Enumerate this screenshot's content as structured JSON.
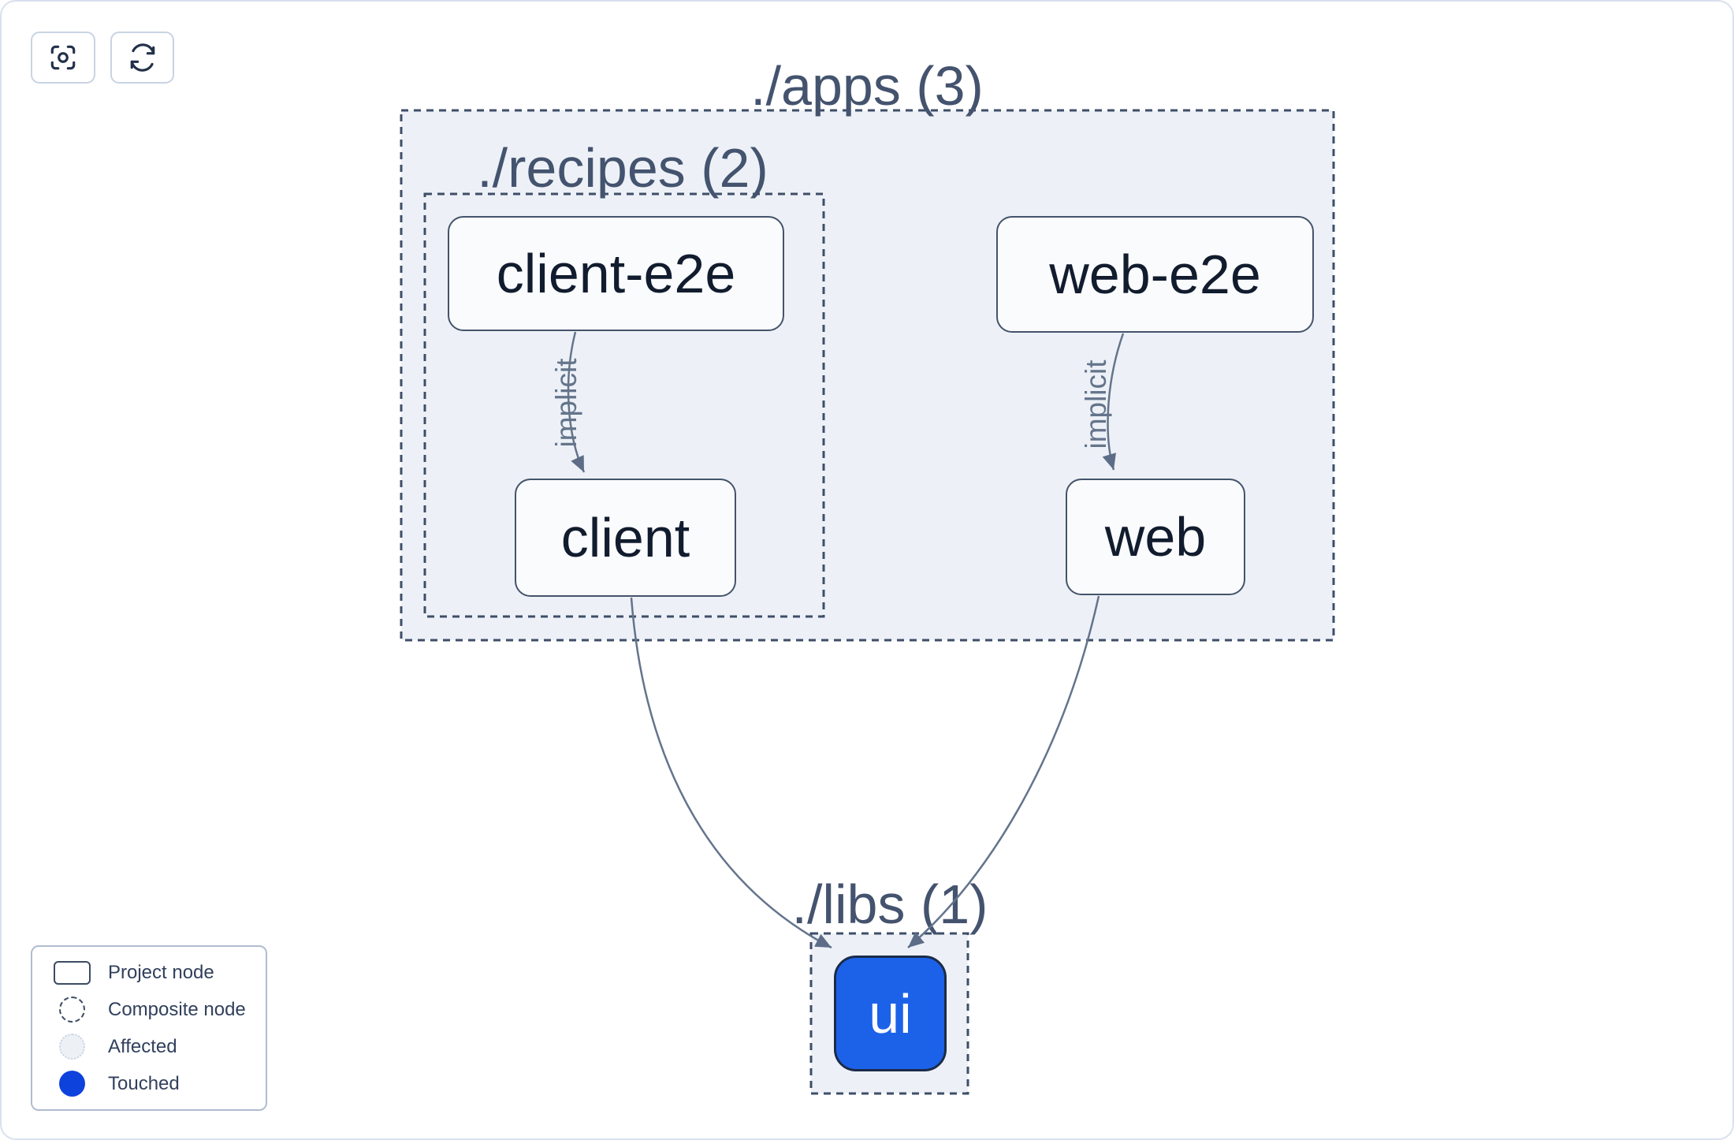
{
  "toolbar": {
    "buttons": [
      {
        "icon": "crosshair-focus-icon",
        "action": "center-graph"
      },
      {
        "icon": "refresh-icon",
        "action": "refresh-graph"
      }
    ]
  },
  "graph": {
    "composites": [
      {
        "id": "apps",
        "label": "./apps (3)",
        "path": "./apps",
        "count": 3
      },
      {
        "id": "recipes",
        "label": "./recipes (2)",
        "path": "./recipes",
        "count": 2
      },
      {
        "id": "libs",
        "label": "./libs (1)",
        "path": "./libs",
        "count": 1
      }
    ],
    "nodes": [
      {
        "id": "client-e2e",
        "label": "client-e2e",
        "parent": "recipes",
        "state": "default"
      },
      {
        "id": "web-e2e",
        "label": "web-e2e",
        "parent": "apps",
        "state": "default"
      },
      {
        "id": "client",
        "label": "client",
        "parent": "recipes",
        "state": "default"
      },
      {
        "id": "web",
        "label": "web",
        "parent": "apps",
        "state": "default"
      },
      {
        "id": "ui",
        "label": "ui",
        "parent": "libs",
        "state": "touched"
      }
    ],
    "edges": [
      {
        "from": "client-e2e",
        "to": "client",
        "label": "implicit"
      },
      {
        "from": "web-e2e",
        "to": "web",
        "label": "implicit"
      },
      {
        "from": "client",
        "to": "ui",
        "label": ""
      },
      {
        "from": "web",
        "to": "ui",
        "label": ""
      }
    ]
  },
  "legend": {
    "items": [
      {
        "swatch": "project",
        "label": "Project node"
      },
      {
        "swatch": "composite",
        "label": "Composite node"
      },
      {
        "swatch": "affected",
        "label": "Affected"
      },
      {
        "swatch": "touched",
        "label": "Touched"
      }
    ]
  },
  "colors": {
    "canvas_border": "#d9e0ee",
    "composite_bg": "#edf1f7",
    "composite_border": "#3e4e68",
    "composite_label": "#44536e",
    "node_bg": "#fafbfd",
    "node_border": "#44536b",
    "node_text": "#111c2e",
    "edge": "#64748b",
    "touched_node_bg": "#1c62e9",
    "touched": "#0e42dc",
    "affected_bg": "#edf1f6",
    "affected_border": "#cbd5e1",
    "icon": "#22304a"
  }
}
